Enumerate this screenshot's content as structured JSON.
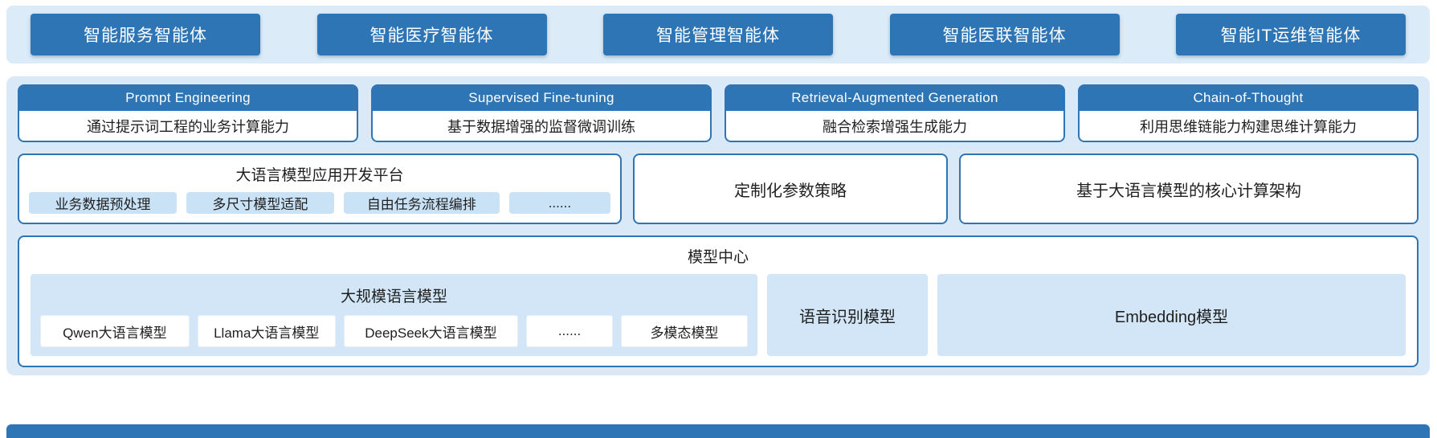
{
  "colors": {
    "dark_blue": "#2e75b6",
    "band_light_blue": "#dcebf8",
    "panel_light_blue": "#d9e9f8",
    "chip_blue": "#c9e2f6",
    "inner_panel_blue": "#d2e6f7",
    "text": "#1f1f1f",
    "white": "#ffffff"
  },
  "agents_bar": {
    "items": [
      {
        "label": "智能服务智能体"
      },
      {
        "label": "智能医疗智能体"
      },
      {
        "label": "智能管理智能体"
      },
      {
        "label": "智能医联智能体"
      },
      {
        "label": "智能IT运维智能体"
      }
    ]
  },
  "capability_row": {
    "cards": [
      {
        "header": "Prompt Engineering",
        "desc": "通过提示词工程的业务计算能力"
      },
      {
        "header": "Supervised Fine-tuning",
        "desc": "基于数据增强的监督微调训练"
      },
      {
        "header": "Retrieval-Augmented Generation",
        "desc": "融合检索增强生成能力"
      },
      {
        "header": "Chain-of-Thought",
        "desc": "利用思维链能力构建思维计算能力"
      }
    ]
  },
  "platform_row": {
    "dev_platform": {
      "title": "大语言模型应用开发平台",
      "chips": [
        "业务数据预处理",
        "多尺寸模型适配",
        "自由任务流程编排",
        "......"
      ]
    },
    "custom_params_label": "定制化参数策略",
    "core_arch_label": "基于大语言模型的核心计算架构"
  },
  "model_center": {
    "title": "模型中心",
    "llm_group": {
      "title": "大规模语言模型",
      "chips": [
        "Qwen大语言模型",
        "Llama大语言模型",
        "DeepSeek大语言模型",
        "......",
        "多模态模型"
      ]
    },
    "speech_model_label": "语音识别模型",
    "embedding_model_label": "Embedding模型"
  }
}
